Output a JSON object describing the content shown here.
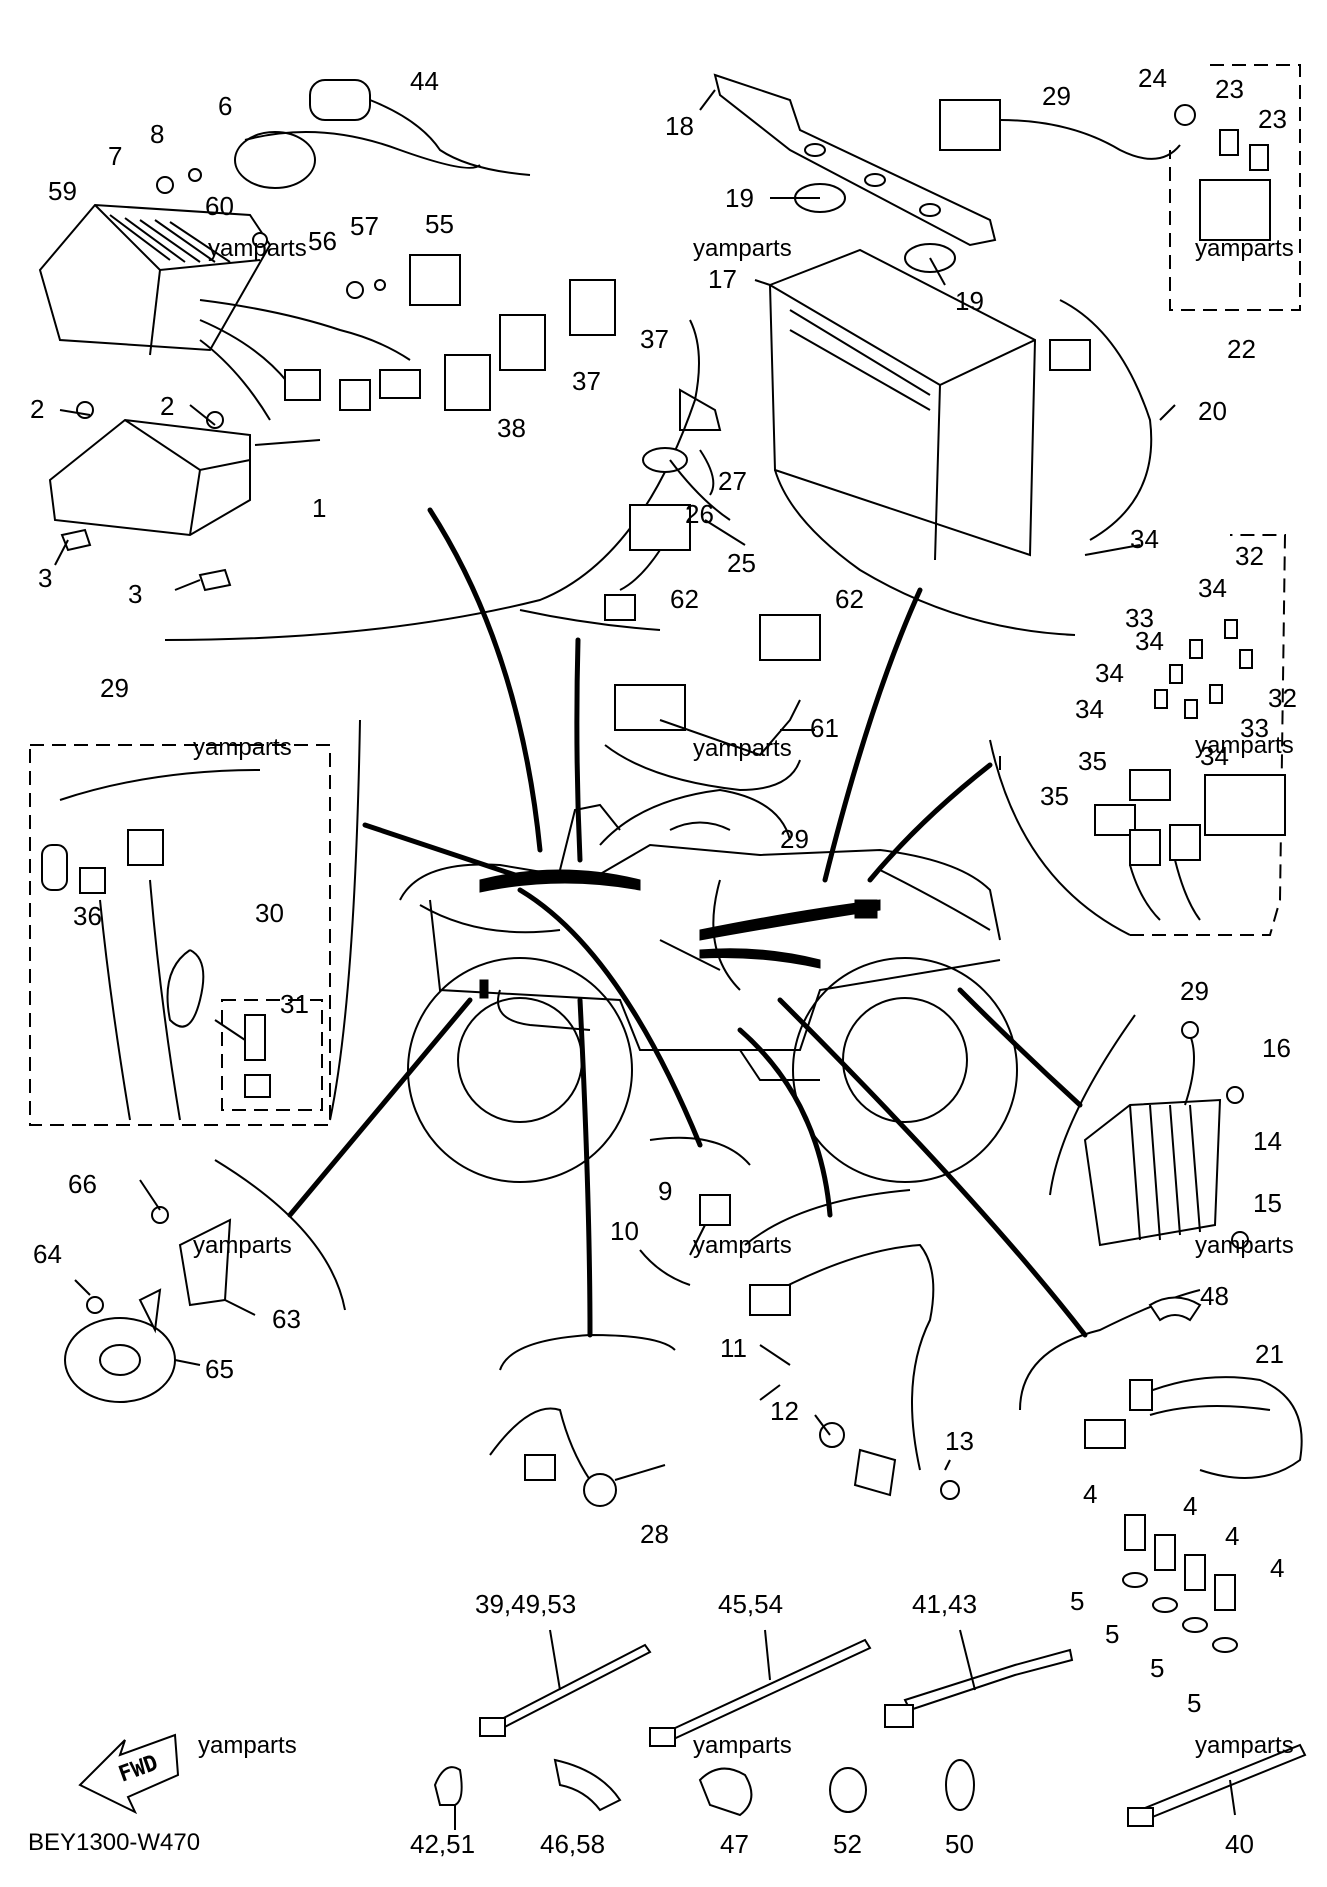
{
  "diagram": {
    "code": "BEY1300-W470",
    "fwd_label": "FWD",
    "watermark": "yamparts",
    "callouts": [
      {
        "id": "c44",
        "label": "44"
      },
      {
        "id": "c6",
        "label": "6"
      },
      {
        "id": "c8",
        "label": "8"
      },
      {
        "id": "c7",
        "label": "7"
      },
      {
        "id": "c59",
        "label": "59"
      },
      {
        "id": "c60",
        "label": "60"
      },
      {
        "id": "c56",
        "label": "56"
      },
      {
        "id": "c57",
        "label": "57"
      },
      {
        "id": "c55",
        "label": "55"
      },
      {
        "id": "c37a",
        "label": "37"
      },
      {
        "id": "c37b",
        "label": "37"
      },
      {
        "id": "c38",
        "label": "38"
      },
      {
        "id": "c2a",
        "label": "2"
      },
      {
        "id": "c2b",
        "label": "2"
      },
      {
        "id": "c1",
        "label": "1"
      },
      {
        "id": "c3a",
        "label": "3"
      },
      {
        "id": "c3b",
        "label": "3"
      },
      {
        "id": "c18",
        "label": "18"
      },
      {
        "id": "c19a",
        "label": "19"
      },
      {
        "id": "c19b",
        "label": "19"
      },
      {
        "id": "c17",
        "label": "17"
      },
      {
        "id": "c29a",
        "label": "29"
      },
      {
        "id": "c24",
        "label": "24"
      },
      {
        "id": "c23a",
        "label": "23"
      },
      {
        "id": "c23b",
        "label": "23"
      },
      {
        "id": "c22",
        "label": "22"
      },
      {
        "id": "c20",
        "label": "20"
      },
      {
        "id": "c27",
        "label": "27"
      },
      {
        "id": "c26",
        "label": "26"
      },
      {
        "id": "c25",
        "label": "25"
      },
      {
        "id": "c34a",
        "label": "34"
      },
      {
        "id": "c32a",
        "label": "32"
      },
      {
        "id": "c34b",
        "label": "34"
      },
      {
        "id": "c33a",
        "label": "33"
      },
      {
        "id": "c34c",
        "label": "34"
      },
      {
        "id": "c34d",
        "label": "34"
      },
      {
        "id": "c34e",
        "label": "34"
      },
      {
        "id": "c32b",
        "label": "32"
      },
      {
        "id": "c33b",
        "label": "33"
      },
      {
        "id": "c34f",
        "label": "34"
      },
      {
        "id": "c35a",
        "label": "35"
      },
      {
        "id": "c35b",
        "label": "35"
      },
      {
        "id": "c29b",
        "label": "29"
      },
      {
        "id": "c62a",
        "label": "62"
      },
      {
        "id": "c62b",
        "label": "62"
      },
      {
        "id": "c61",
        "label": "61"
      },
      {
        "id": "c29c",
        "label": "29"
      },
      {
        "id": "c29d",
        "label": "29"
      },
      {
        "id": "c36",
        "label": "36"
      },
      {
        "id": "c30",
        "label": "30"
      },
      {
        "id": "c31",
        "label": "31"
      },
      {
        "id": "c16",
        "label": "16"
      },
      {
        "id": "c14",
        "label": "14"
      },
      {
        "id": "c15",
        "label": "15"
      },
      {
        "id": "c66",
        "label": "66"
      },
      {
        "id": "c64",
        "label": "64"
      },
      {
        "id": "c63",
        "label": "63"
      },
      {
        "id": "c65",
        "label": "65"
      },
      {
        "id": "c9",
        "label": "9"
      },
      {
        "id": "c10",
        "label": "10"
      },
      {
        "id": "c11",
        "label": "11"
      },
      {
        "id": "c12",
        "label": "12"
      },
      {
        "id": "c13",
        "label": "13"
      },
      {
        "id": "c48",
        "label": "48"
      },
      {
        "id": "c21",
        "label": "21"
      },
      {
        "id": "c28",
        "label": "28"
      },
      {
        "id": "c4a",
        "label": "4"
      },
      {
        "id": "c4b",
        "label": "4"
      },
      {
        "id": "c4c",
        "label": "4"
      },
      {
        "id": "c4d",
        "label": "4"
      },
      {
        "id": "c5a",
        "label": "5"
      },
      {
        "id": "c5b",
        "label": "5"
      },
      {
        "id": "c5c",
        "label": "5"
      },
      {
        "id": "c5d",
        "label": "5"
      },
      {
        "id": "c39",
        "label": "39,49,53"
      },
      {
        "id": "c45",
        "label": "45,54"
      },
      {
        "id": "c41",
        "label": "41,43"
      },
      {
        "id": "c42",
        "label": "42,51"
      },
      {
        "id": "c46",
        "label": "46,58"
      },
      {
        "id": "c47",
        "label": "47"
      },
      {
        "id": "c52",
        "label": "52"
      },
      {
        "id": "c50",
        "label": "50"
      },
      {
        "id": "c40",
        "label": "40"
      }
    ]
  }
}
